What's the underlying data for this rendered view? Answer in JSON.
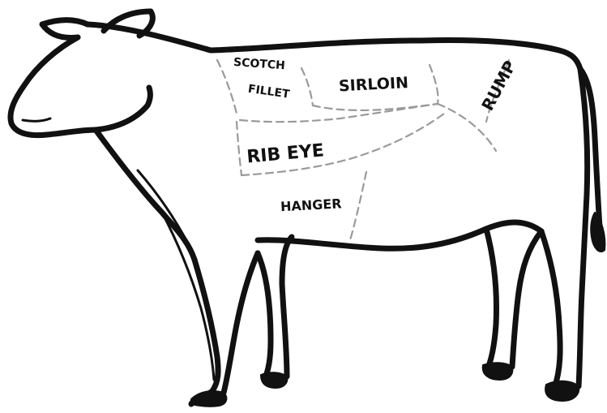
{
  "diagram": {
    "cuts": {
      "scotch_fillet_line1": "SCOTCH",
      "scotch_fillet_line2": "FILLET",
      "sirloin": "SIRLOIN",
      "rump": "RUMP",
      "rib_eye": "RIB EYE",
      "hanger": "HANGER"
    }
  },
  "colors": {
    "outline": "#111111",
    "cut_line": "#9a9a9a",
    "background": "#ffffff"
  }
}
